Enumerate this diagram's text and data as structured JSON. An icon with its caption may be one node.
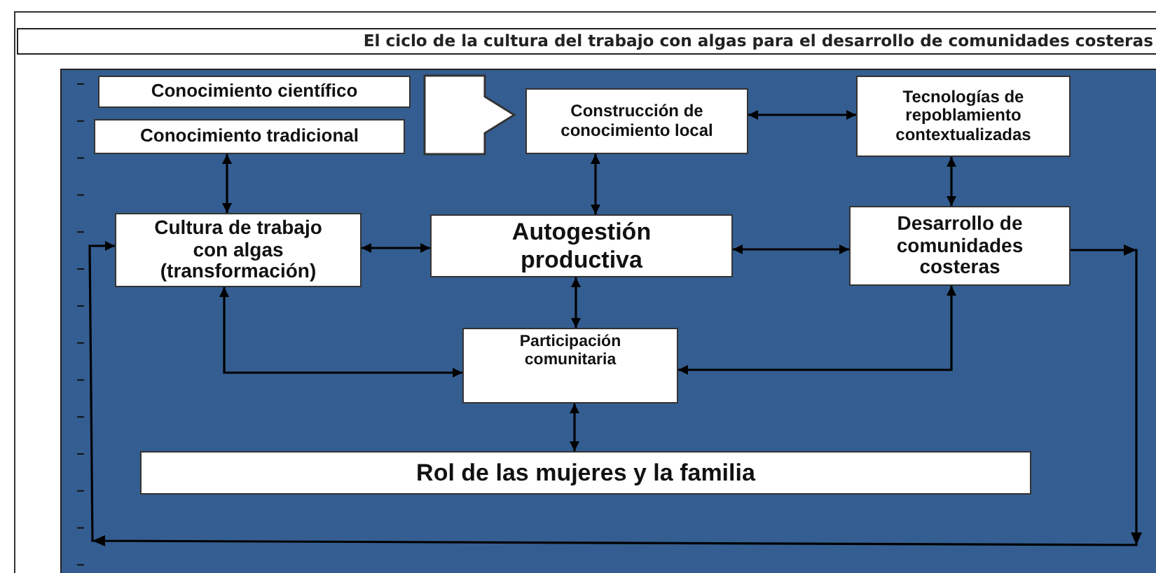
{
  "diagram": {
    "title": "El ciclo de la cultura del trabajo con algas para el desarrollo de comunidades costeras",
    "nodes": [
      {
        "text": [
          "Conocimiento científico"
        ]
      },
      {
        "text": [
          "Conocimiento tradicional"
        ]
      },
      {
        "text": [
          "Construcción de conocimiento local"
        ]
      },
      {
        "text": [
          "Tecnologías de repoblamiento contextualizadas"
        ]
      },
      {
        "text": [
          "Cultura de trabajo con algas (transformación)"
        ]
      },
      {
        "text": [
          "Autogestión productiva"
        ]
      },
      {
        "text": [
          "Desarrollo de comunidades costeras"
        ]
      },
      {
        "text": [
          "Participación comunitaria"
        ]
      },
      {
        "text": [
          "Rol de las mujeres y la familia"
        ]
      }
    ],
    "edges": [
      {
        "from": 0,
        "to": 2,
        "arrow": "to",
        "style": "thick"
      },
      {
        "from": 1,
        "to": 2,
        "arrow": "to",
        "style": "thick"
      },
      {
        "from": 1,
        "to": 4,
        "arrow": "both"
      },
      {
        "from": 2,
        "to": 3,
        "arrow": "both"
      },
      {
        "from": 2,
        "to": 5,
        "arrow": "both"
      },
      {
        "from": 3,
        "to": 6,
        "arrow": "both"
      },
      {
        "from": 4,
        "to": 5,
        "arrow": "both"
      },
      {
        "from": 5,
        "to": 6,
        "arrow": "both"
      },
      {
        "from": 5,
        "to": 7,
        "arrow": "both"
      },
      {
        "from": 4,
        "to": 7,
        "arrow": "both"
      },
      {
        "from": 6,
        "to": 7,
        "arrow": "both"
      },
      {
        "from": 7,
        "to": 8,
        "arrow": "both"
      },
      {
        "from": 6,
        "to": 4,
        "arrow": "to"
      }
    ]
  }
}
